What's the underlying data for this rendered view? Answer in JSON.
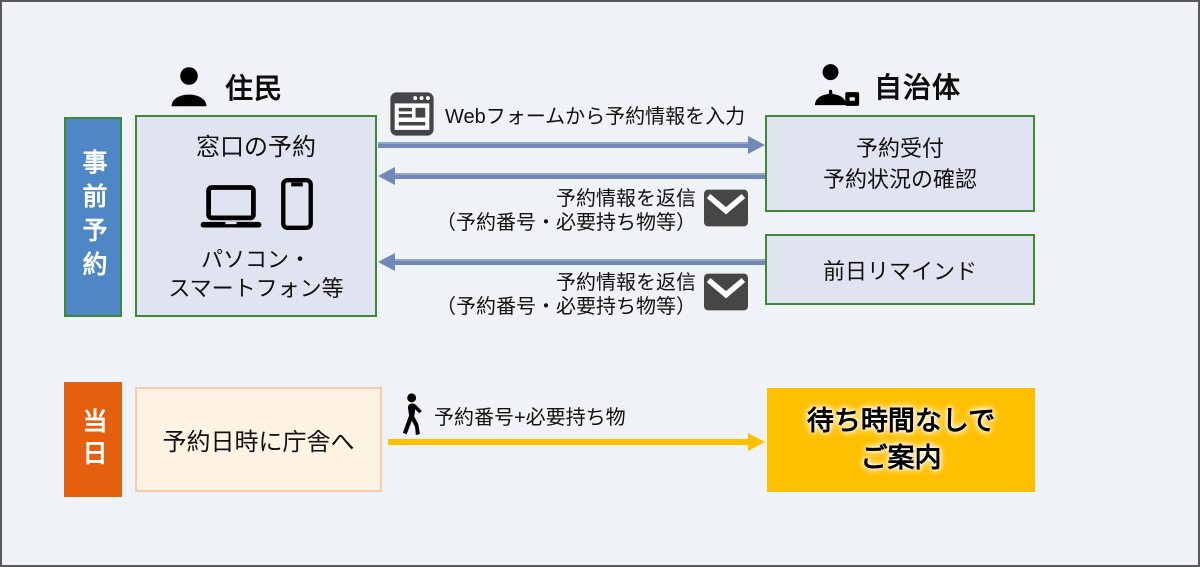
{
  "colors": {
    "background": "#EFF2F6",
    "outer_border": "#58595B",
    "box_border_green": "#3E8934",
    "box_fill_lavender": "#DFE4F0",
    "stage_blue": "#4F86C6",
    "stage_orange": "#E4600F",
    "arrow_blue": "#7288B6",
    "arrow_gold": "#FFC000",
    "visit_fill": "#FFF3E3",
    "visit_border": "#F8CBAD",
    "result_fill": "#FFC000"
  },
  "actors": {
    "resident": {
      "label": "住民",
      "icon": "person-icon"
    },
    "municipality": {
      "label": "自治体",
      "icon": "business-person-icon"
    }
  },
  "pre": {
    "stage_label": "事前予約",
    "channel_box": {
      "title": "窓口の予約",
      "caption_line1": "パソコン・",
      "caption_line2": "スマートフォン等",
      "icons": [
        "laptop-icon",
        "smartphone-icon"
      ]
    },
    "request_arrow": {
      "label": "Webフォームから予約情報を入力",
      "icon": "web-form-icon",
      "direction": "right"
    },
    "reception_box": {
      "line1": "予約受付",
      "line2": "予約状況の確認"
    },
    "reply_arrow_1": {
      "line1": "予約情報を返信",
      "line2": "（予約番号・必要持ち物等）",
      "icon": "envelope-icon",
      "direction": "left"
    },
    "reminder_box": {
      "label": "前日リマインド"
    },
    "reply_arrow_2": {
      "line1": "予約情報を返信",
      "line2": "（予約番号・必要持ち物等）",
      "icon": "envelope-icon",
      "direction": "left"
    }
  },
  "day": {
    "stage_label": "当日",
    "visit_box": {
      "label": "予約日時に庁舎へ"
    },
    "walk_arrow": {
      "label": "予約番号+必要持ち物",
      "icon": "walking-person-icon",
      "direction": "right"
    },
    "result_box": {
      "line1": "待ち時間なしで",
      "line2": "ご案内"
    }
  }
}
